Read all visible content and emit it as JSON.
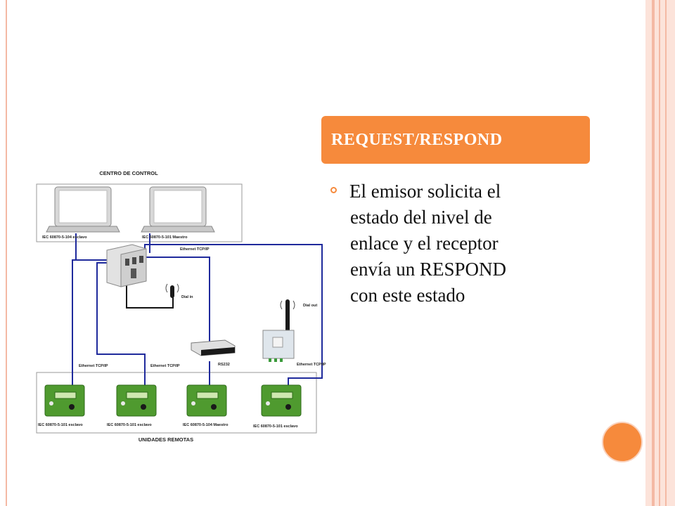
{
  "slide": {
    "title": "REQUEST/RESPOND",
    "body_lines": [
      "El emisor solicita el",
      "estado del nivel de",
      "enlace y el receptor",
      "envía un RESPOND",
      "con este estado"
    ]
  },
  "diagram": {
    "top_title": "CENTRO DE CONTROL",
    "bottom_title": "UNIDADES REMOTAS",
    "laptops": [
      {
        "label": "IEC 60870-5-104 esclavo"
      },
      {
        "label": "IEC 60870-5-101 Maestro"
      }
    ],
    "link_labels": {
      "ethernet_top": "Ethernet TCP/IP",
      "dial_in": "Dial in",
      "dial_out": "Dial out",
      "ethernet_left": "Ethernet TCP/IP",
      "ethernet_mid": "Ethernet TCP/IP",
      "rs232": "RS232",
      "ethernet_right": "Ethernet TCP/IP"
    },
    "units": [
      {
        "label": "IEC 60870-5-101 esclavo"
      },
      {
        "label": "IEC 60870-5-101 esclavo"
      },
      {
        "label": "IEC 60870-5-104 Maestro"
      },
      {
        "label": "IEC 60870-5-101 esclavo"
      }
    ]
  },
  "colors": {
    "accent": "#f68a3c",
    "frame": "#f4b9a4",
    "link": "#1f2a9c"
  }
}
